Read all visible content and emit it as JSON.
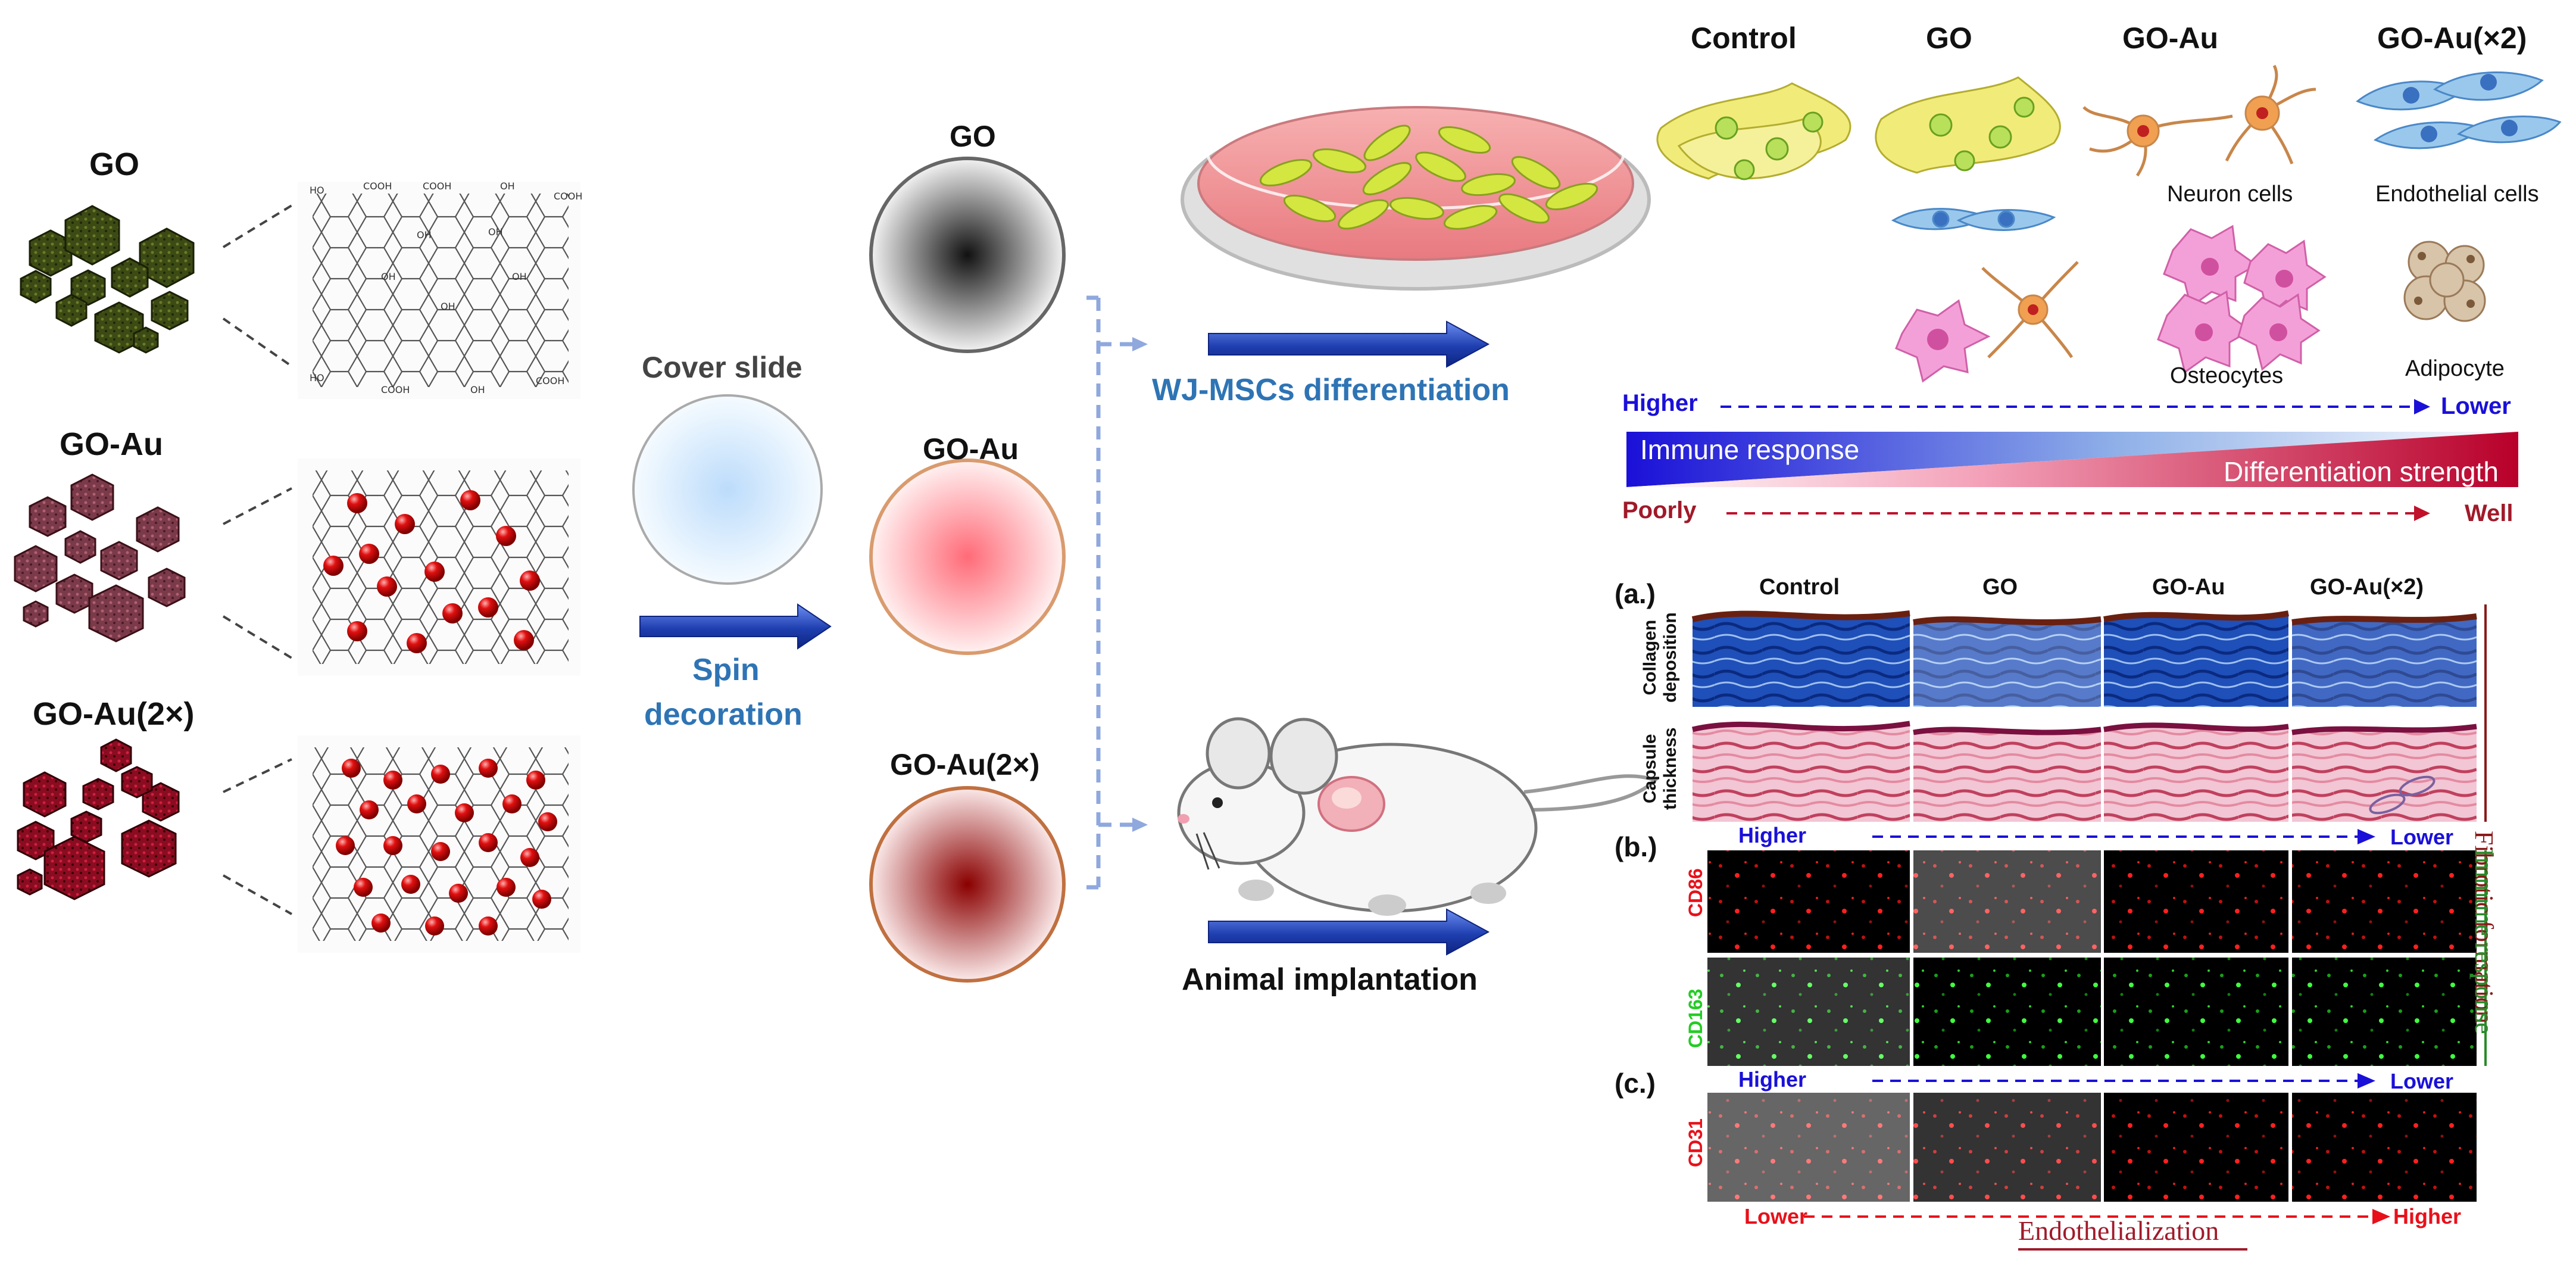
{
  "left_materials": {
    "go": "GO",
    "go_au": "GO-Au",
    "go_au2x": "GO-Au(2×)"
  },
  "process": {
    "cover_slide": "Cover slide",
    "spin_line1": "Spin",
    "spin_line2": "decoration"
  },
  "discs": {
    "go": "GO",
    "go_au": "GO-Au",
    "go_au2x": "GO-Au(2×)"
  },
  "branches": {
    "differentiation": "WJ-MSCs differentiation",
    "implantation": "Animal implantation"
  },
  "cells_panel": {
    "columns": [
      "Control",
      "GO",
      "GO-Au",
      "GO-Au(×2)"
    ],
    "neuron_label": "Neuron cells",
    "endothelial_label": "Endothelial cells",
    "osteocytes_label": "Osteocytes",
    "adipocyte_label": "Adipocyte",
    "higher": "Higher",
    "lower": "Lower",
    "immune_response": "Immune response",
    "differentiation_strength": "Differentiation strength",
    "poorly": "Poorly",
    "well": "Well"
  },
  "histology": {
    "panel_a": "(a.)",
    "panel_b": "(b.)",
    "panel_c": "(c.)",
    "columns": [
      "Control",
      "GO",
      "GO-Au",
      "GO-Au(×2)"
    ],
    "collagen_1": "Collagen",
    "collagen_2": "deposition",
    "capsule_1": "Capsule",
    "capsule_2": "thickness",
    "fibrotic": "Fibrotic formation",
    "higher_b": "Higher",
    "lower_b": "Lower",
    "cd86": "CD86",
    "cd163": "CD163",
    "immune": "Immune response",
    "higher_c": "Higher",
    "lower_c": "Lower",
    "cd31": "CD31",
    "lower_d": "Lower",
    "higher_d": "Higher",
    "endothelialization": "Endothelialization"
  },
  "colors": {
    "label_blue": "#2e74b5",
    "arrow_blue": "#1f3fb0",
    "dark_red": "#a01a2a",
    "immune_red": "#e8101a",
    "cd163_green": "#22cc22",
    "fibrotic_text": "#8b1a1a",
    "immune_text": "#2a8a2a"
  }
}
